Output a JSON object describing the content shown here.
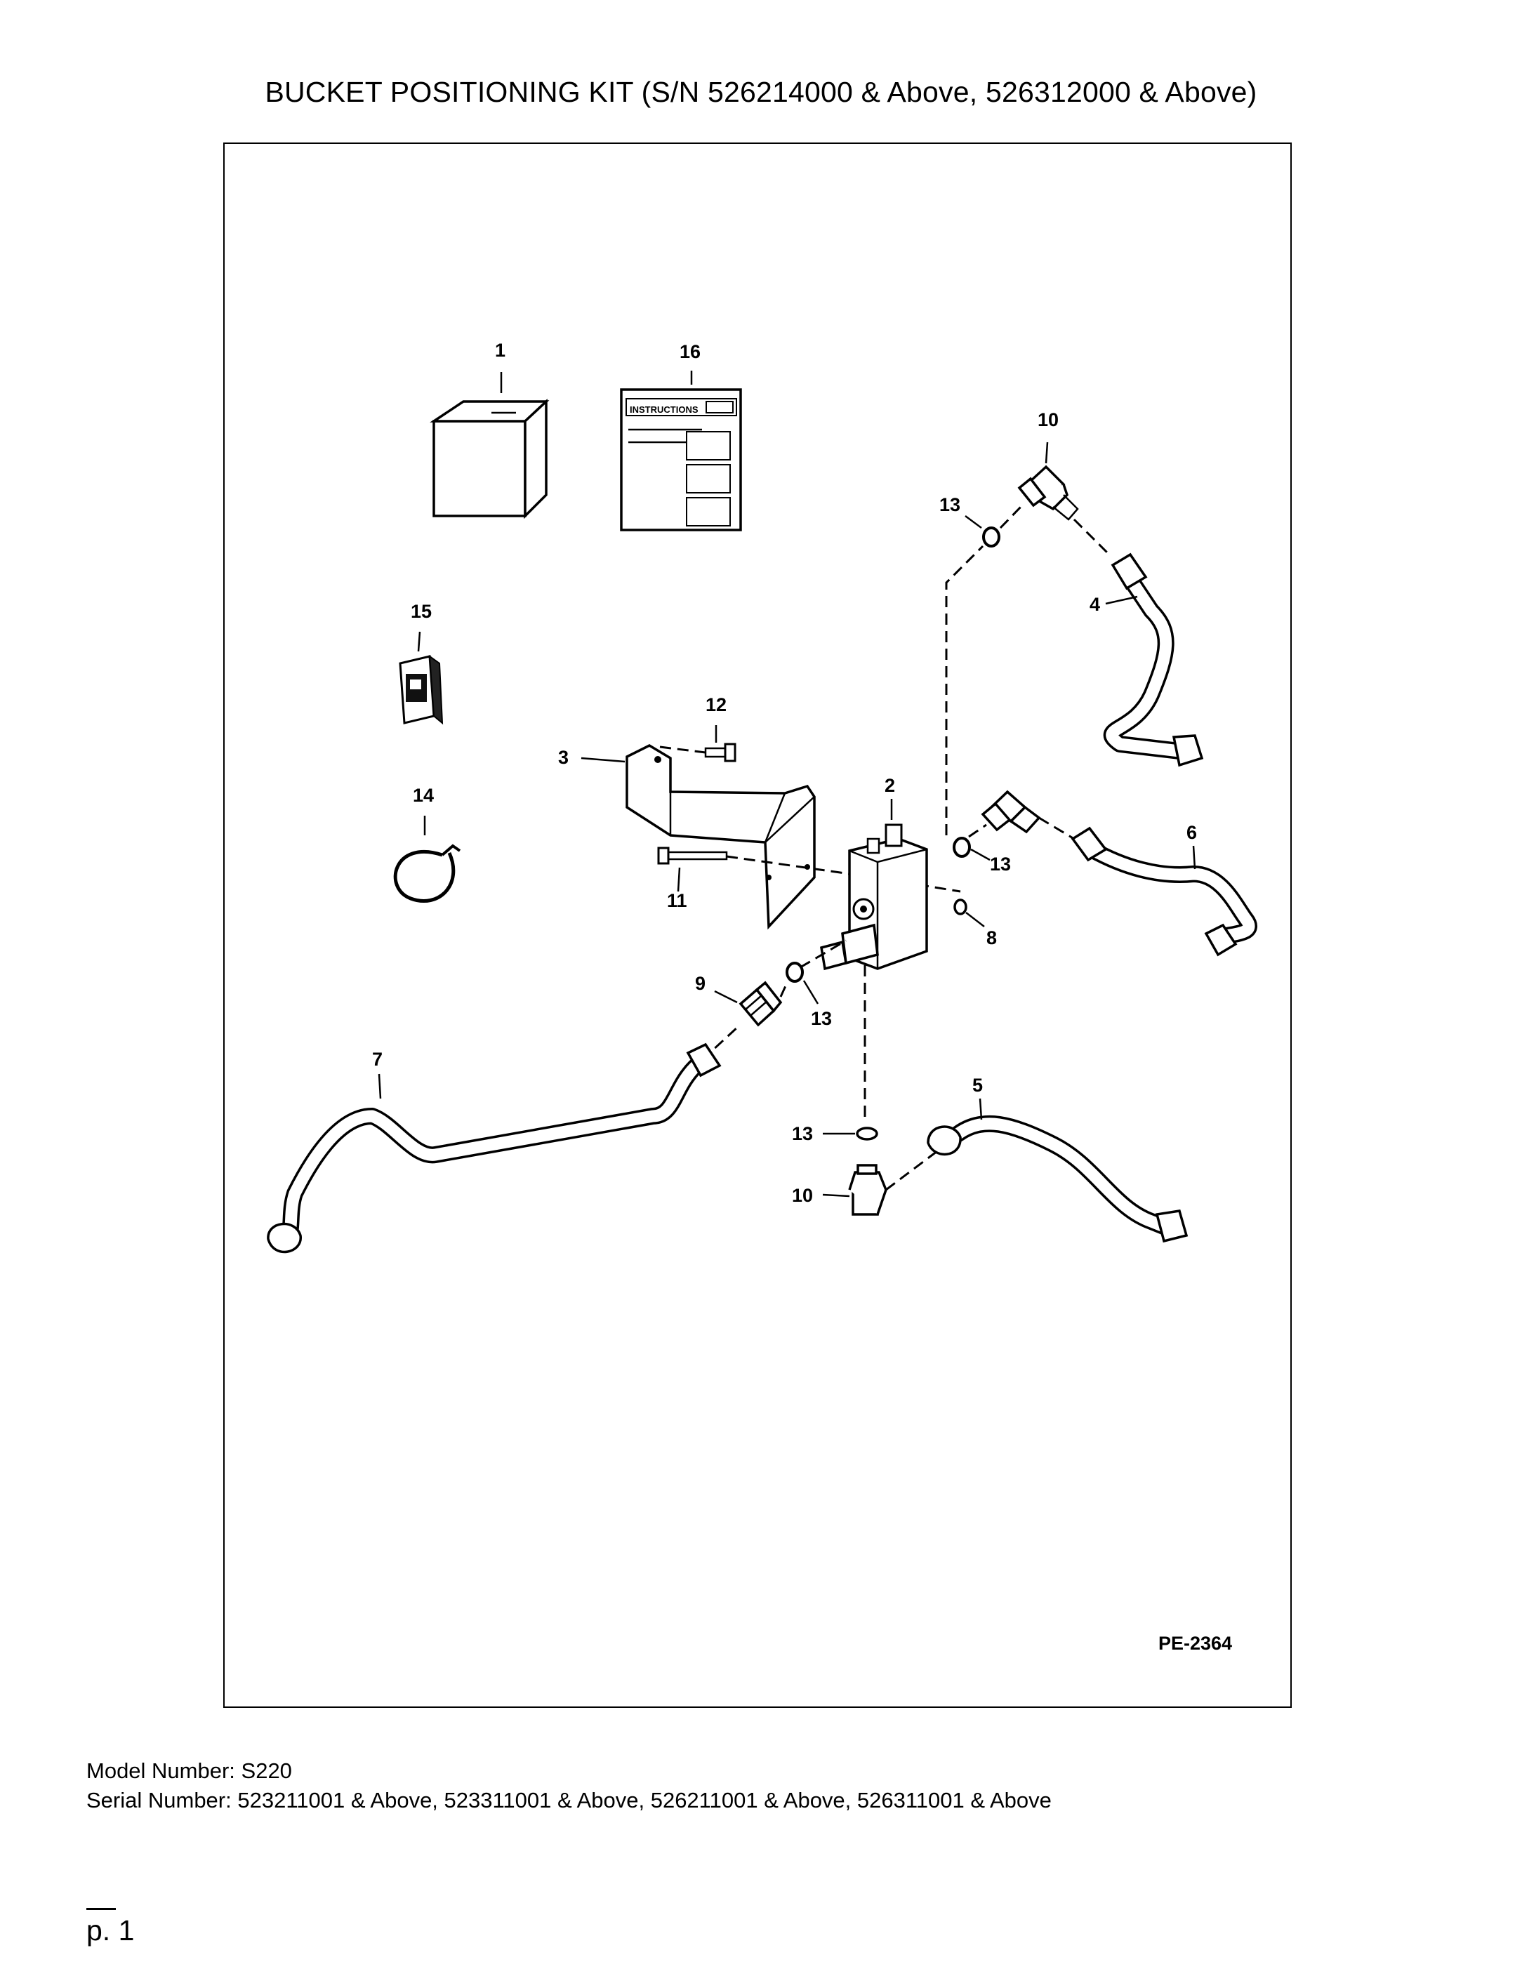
{
  "document": {
    "title": "BUCKET POSITIONING KIT (S/N 526214000 & Above, 526312000 & Above)",
    "model_line": "Model Number: S220",
    "serial_line": "Serial Number: 523211001 & Above, 523311001 & Above, 526211001 & Above, 526311001 & Above",
    "page_number": "p. 1"
  },
  "diagram": {
    "figure_id": "PE-2364",
    "instructions_label": "INSTRUCTIONS",
    "callouts": {
      "c1": "1",
      "c16": "16",
      "c10a": "10",
      "c13a": "13",
      "c4": "4",
      "c15": "15",
      "c12": "12",
      "c3": "3",
      "c2": "2",
      "c6": "6",
      "c14": "14",
      "c13b": "13",
      "c11": "11",
      "c8": "8",
      "c9": "9",
      "c13c": "13",
      "c7": "7",
      "c5": "5",
      "c13d": "13",
      "c10b": "10"
    }
  }
}
